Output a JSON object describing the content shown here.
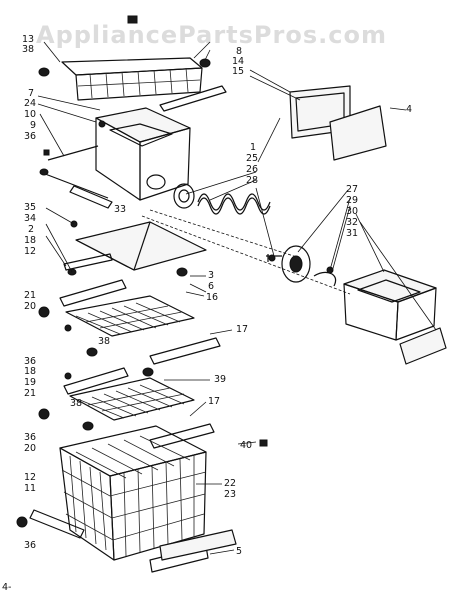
{
  "watermark": "AppliancePartsPros.com",
  "corner_text": "4-",
  "labels": {
    "l13": "13",
    "l38a": "38",
    "l8": "8",
    "l14": "14",
    "l15": "15",
    "l4": "4",
    "l7": "7",
    "l24": "24",
    "l10": "10",
    "l9": "9",
    "l36a": "36",
    "l1": "1",
    "l25": "25",
    "l26": "26",
    "l28": "28",
    "l33": "33",
    "l27": "27",
    "l29": "29",
    "l30": "30",
    "l32": "32",
    "l31": "31",
    "l35": "35",
    "l34": "34",
    "l2": "2",
    "l18a": "18",
    "l12a": "12",
    "l3": "3",
    "l6": "6",
    "l16": "16",
    "l21a": "21",
    "l20a": "20",
    "l36b": "36",
    "l38b": "38",
    "l17a": "17",
    "l18b": "18",
    "l19": "19",
    "l21b": "21",
    "l39": "39",
    "l38c": "38",
    "l36c": "36",
    "l20b": "20",
    "l17b": "17",
    "l12b": "12",
    "l11": "11",
    "l40": "40",
    "l22": "22",
    "l23": "23",
    "l5": "5",
    "l36d": "36"
  }
}
